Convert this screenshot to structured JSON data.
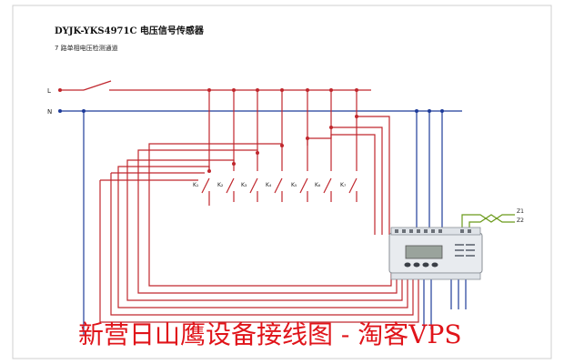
{
  "doc": {
    "title": "DYJK-YKS4971C   电压信号传感器",
    "subtitle": "7  路单相电压检测通道",
    "watermark": "新营日山鹰设备接线图 - 淘客VPS"
  },
  "bus_labels": {
    "live": "L",
    "neutral": "N"
  },
  "switch_labels": [
    "K₁",
    "K₂",
    "K₃",
    "K₄",
    "K₅",
    "K₆",
    "K₇"
  ],
  "output_labels": [
    "Z1",
    "Z2"
  ],
  "colors": {
    "live_wire": "#c0272d",
    "neutral_wire": "#1f3c9a",
    "signal_wire": "#6a9a1a",
    "watermark": "#e0141a"
  }
}
